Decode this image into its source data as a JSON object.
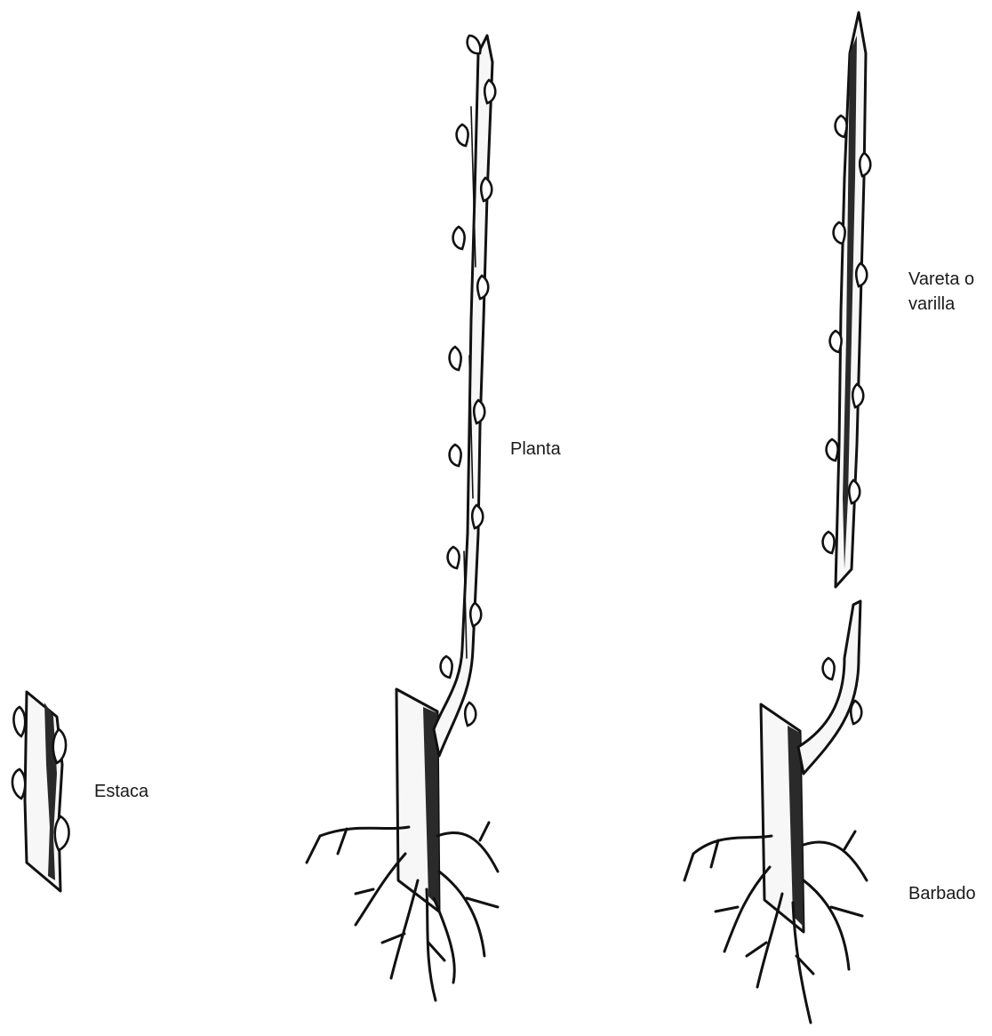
{
  "labels": {
    "estaca": "Estaca",
    "planta": "Planta",
    "vareta": "Vareta o varilla",
    "barbado": "Barbado"
  },
  "icons": [
    "cutting-drawing",
    "plant-drawing",
    "rootstock-with-scion-drawing"
  ],
  "colors": {
    "ink": "#111111",
    "background": "#ffffff"
  }
}
